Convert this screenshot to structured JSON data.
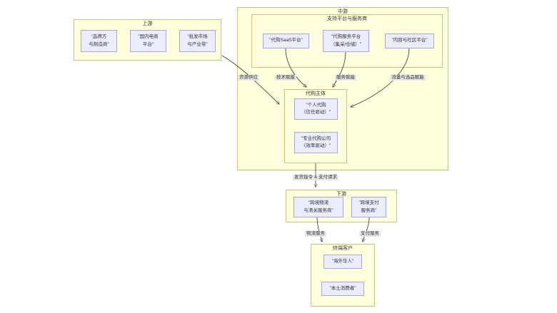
{
  "diagram": {
    "type": "flowchart",
    "colors": {
      "cluster_fill": "#ffffde",
      "cluster_border": "#c6c67a",
      "node_fill": "#ececff",
      "node_border": "#a9a9d9",
      "edge_line": "#333333",
      "edge_label_bg": "#e8e8e8",
      "text": "#333333",
      "background": "#ffffff"
    },
    "clusters": {
      "upstream": {
        "title": "上游"
      },
      "midstream": {
        "title": "中游"
      },
      "support": {
        "title": "支持平台与服务商"
      },
      "agent": {
        "title": "代购主体"
      },
      "downstream": {
        "title": "下游"
      },
      "customers": {
        "title": "终端客户"
      }
    },
    "nodes": {
      "brand": {
        "label": "\"品牌方\n与制造商\""
      },
      "ecommerce": {
        "label": "\"国内电商\n平台\""
      },
      "wholesale": {
        "label": "\"批发市场\n与产业带\""
      },
      "saas": {
        "label": "\"代购SaaS平台\""
      },
      "service_platform": {
        "label": "\"代购服务平台\n（集采/仓储）\""
      },
      "content": {
        "label": "\"内容与社区平台\""
      },
      "personal": {
        "label": "\"个人代购\n（信任驱动）\""
      },
      "company": {
        "label": "\"专业代购公司\n（效率驱动）\""
      },
      "logistics": {
        "label": "\"跨境物流\n与清关服务商\""
      },
      "payment": {
        "label": "\"跨境支付\n服务商\""
      },
      "overseas": {
        "label": "\"海外华人\""
      },
      "local": {
        "label": "\"本土消费者\""
      }
    },
    "edge_labels": {
      "supply": "货源供应",
      "tech": "技术赋能",
      "service": "服务赋能",
      "traffic": "流量与选品赋能",
      "ship_pay": "发货指令 & 支付请求",
      "logistics_service": "物流服务",
      "payment_service": "支付服务"
    }
  }
}
